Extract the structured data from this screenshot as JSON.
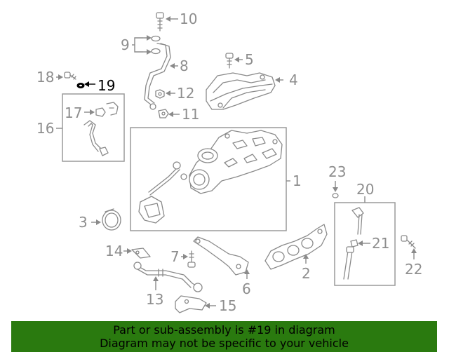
{
  "colors": {
    "line": "#8a8a8a",
    "highlight": "#000000",
    "banner": "#2a7a0f"
  },
  "callouts": {
    "c1": "1",
    "c2": "2",
    "c3": "3",
    "c4": "4",
    "c5": "5",
    "c6": "6",
    "c7": "7",
    "c8": "8",
    "c9": "9",
    "c10": "10",
    "c11": "11",
    "c12": "12",
    "c13": "13",
    "c14": "14",
    "c15": "15",
    "c16": "16",
    "c17": "17",
    "c18": "18",
    "c19": "19",
    "c20": "20",
    "c21": "21",
    "c22": "22",
    "c23": "23"
  },
  "highlighted_part": "19",
  "banner": {
    "line1": "Part or sub-assembly is #19 in diagram",
    "line2": "Diagram may not be specific to your vehicle"
  }
}
